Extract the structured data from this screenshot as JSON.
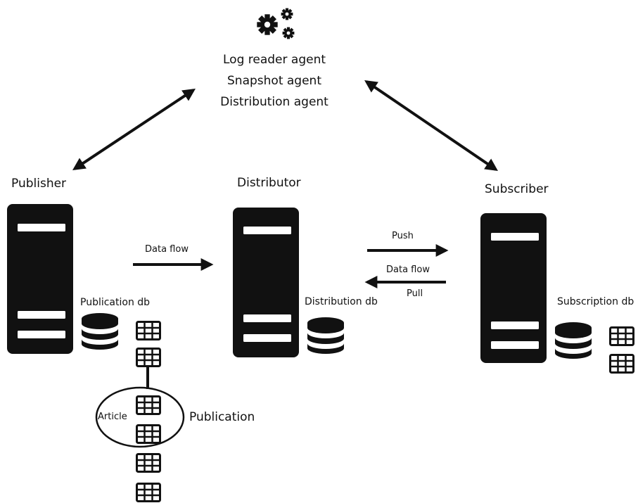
{
  "agents": {
    "lines": [
      "Log reader agent",
      "Snapshot agent",
      "Distribution agent"
    ],
    "icon": "gears-icon"
  },
  "publisher": {
    "title": "Publisher",
    "db_label": "Publication db",
    "icon": "server-icon"
  },
  "distributor": {
    "title": "Distributor",
    "db_label": "Distribution db",
    "icon": "server-icon"
  },
  "subscriber": {
    "title": "Subscriber",
    "db_label": "Subscription db",
    "icon": "server-icon"
  },
  "flows": {
    "pub_to_dist": "Data flow",
    "push": "Push",
    "data_flow": "Data flow",
    "pull": "Pull"
  },
  "publication": {
    "article_label": "Article",
    "publication_label": "Publication"
  },
  "colors": {
    "ink": "#111111",
    "background": "#ffffff"
  }
}
